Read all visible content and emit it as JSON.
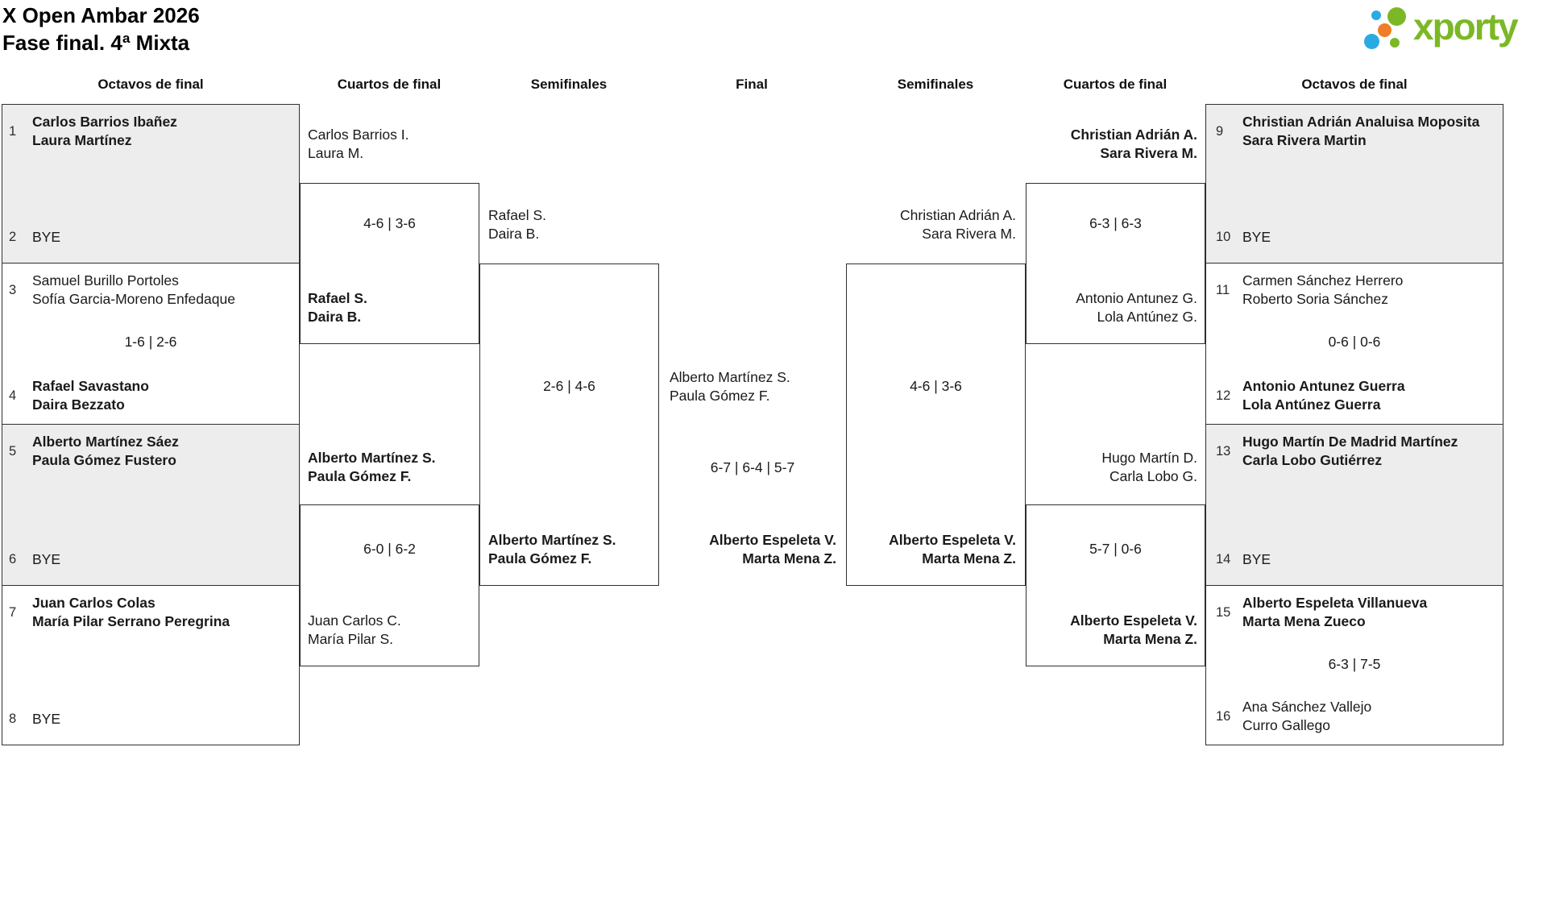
{
  "header": {
    "title_line1": "X Open Ambar 2026",
    "title_line2": "Fase final. 4ª Mixta"
  },
  "logo": {
    "text": "xporty",
    "green": "#7cb826",
    "blue": "#29abe2",
    "orange": "#f07e26"
  },
  "rounds": [
    "Octavos de final",
    "Cuartos de final",
    "Semifinales",
    "Final",
    "Semifinales",
    "Cuartos de final",
    "Octavos de final"
  ],
  "matches": {
    "ol1": {
      "s1": "1",
      "t1a": "Carlos Barrios Ibañez",
      "t1b": "Laura Martínez",
      "s2": "2",
      "t2a": "BYE"
    },
    "ol2": {
      "s1": "3",
      "t1a": "Samuel Burillo Portoles",
      "t1b": "Sofía Garcia-Moreno Enfedaque",
      "score": "1-6 | 2-6",
      "s2": "4",
      "t2a": "Rafael Savastano",
      "t2b": "Daira Bezzato"
    },
    "ol3": {
      "s1": "5",
      "t1a": "Alberto Martínez Sáez",
      "t1b": "Paula Gómez Fustero",
      "s2": "6",
      "t2a": "BYE"
    },
    "ol4": {
      "s1": "7",
      "t1a": "Juan Carlos Colas",
      "t1b": "María Pilar Serrano Peregrina",
      "s2": "8",
      "t2a": "BYE"
    },
    "ql1": {
      "t1a": "Carlos Barrios I.",
      "t1b": "Laura M.",
      "score": "4-6 | 3-6",
      "t2a": "Rafael S.",
      "t2b": "Daira B."
    },
    "ql2": {
      "t1a": "Alberto Martínez S.",
      "t1b": "Paula Gómez F.",
      "score": "6-0 | 6-2",
      "t2a": "Juan Carlos C.",
      "t2b": "María Pilar S."
    },
    "sl": {
      "t1a": "Rafael S.",
      "t1b": "Daira B.",
      "score": "2-6 | 4-6",
      "t2a": "Alberto Martínez S.",
      "t2b": "Paula Gómez F."
    },
    "fin": {
      "t1a": "Alberto Martínez S.",
      "t1b": "Paula Gómez F.",
      "score": "6-7 | 6-4 | 5-7",
      "t2a": "Alberto Espeleta V.",
      "t2b": "Marta Mena Z."
    },
    "sr": {
      "t1a": "Christian Adrián A.",
      "t1b": "Sara Rivera M.",
      "score": "4-6 | 3-6",
      "t2a": "Alberto Espeleta V.",
      "t2b": "Marta Mena Z."
    },
    "qr1": {
      "t1a": "Christian Adrián A.",
      "t1b": "Sara Rivera M.",
      "score": "6-3 | 6-3",
      "t2a": "Antonio Antunez G.",
      "t2b": "Lola Antúnez G."
    },
    "qr2": {
      "t1a": "Hugo Martín D.",
      "t1b": "Carla Lobo G.",
      "score": "5-7 | 0-6",
      "t2a": "Alberto Espeleta V.",
      "t2b": "Marta Mena Z."
    },
    "or1": {
      "s1": "9",
      "t1a": "Christian Adrián Analuisa Moposita",
      "t1b": "Sara Rivera Martin",
      "s2": "10",
      "t2a": "BYE"
    },
    "or2": {
      "s1": "11",
      "t1a": "Carmen Sánchez Herrero",
      "t1b": "Roberto Soria Sánchez",
      "score": "0-6 | 0-6",
      "s2": "12",
      "t2a": "Antonio Antunez Guerra",
      "t2b": "Lola Antúnez Guerra"
    },
    "or3": {
      "s1": "13",
      "t1a": "Hugo Martín De Madrid Martínez",
      "t1b": "Carla Lobo Gutiérrez",
      "s2": "14",
      "t2a": "BYE"
    },
    "or4": {
      "s1": "15",
      "t1a": "Alberto Espeleta Villanueva",
      "t1b": "Marta Mena Zueco",
      "score": "6-3 | 7-5",
      "s2": "16",
      "t2a": "Ana Sánchez Vallejo",
      "t2b": "Curro Gallego"
    }
  }
}
